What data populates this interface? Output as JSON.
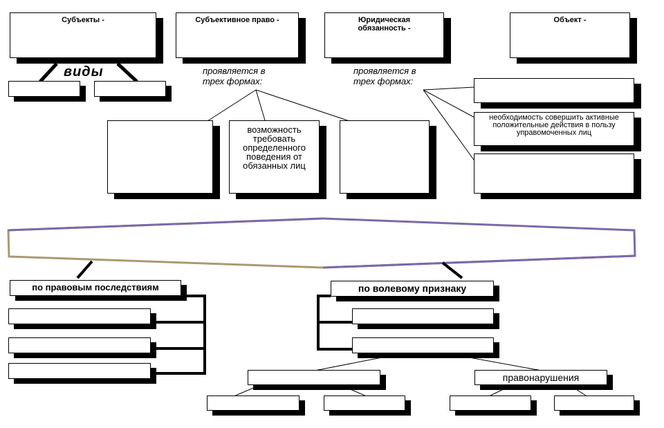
{
  "top": {
    "subjects_title": "Субъекты -",
    "subjective_right_title": "Субъективное право -",
    "legal_duty_title": "Юридическая обязанность -",
    "object_title": "Объект -"
  },
  "vidy_label": "виды",
  "right_forms_note": "проявляется в трех формах:",
  "duty_forms_note": "проявляется в трех формах:",
  "right_forms": [
    "",
    "возможность требовать определенного поведения от обязанных лиц",
    ""
  ],
  "duty_forms": [
    "",
    "необходимость совершить активные положительные действия в пользу управомоченных лиц",
    ""
  ],
  "banner_text": "",
  "left_branch": {
    "title": "по правовым последствиям",
    "items": [
      "",
      "",
      ""
    ]
  },
  "right_branch": {
    "title": "по волевому признаку",
    "items": [
      "",
      ""
    ],
    "sub": [
      "",
      "правонарушения"
    ],
    "leaves_left": [
      "",
      ""
    ],
    "leaves_right": [
      "",
      ""
    ]
  },
  "colors": {
    "banner_purple": "#7b6aa8",
    "banner_tan": "#a89a72",
    "shadow": "#000000"
  }
}
